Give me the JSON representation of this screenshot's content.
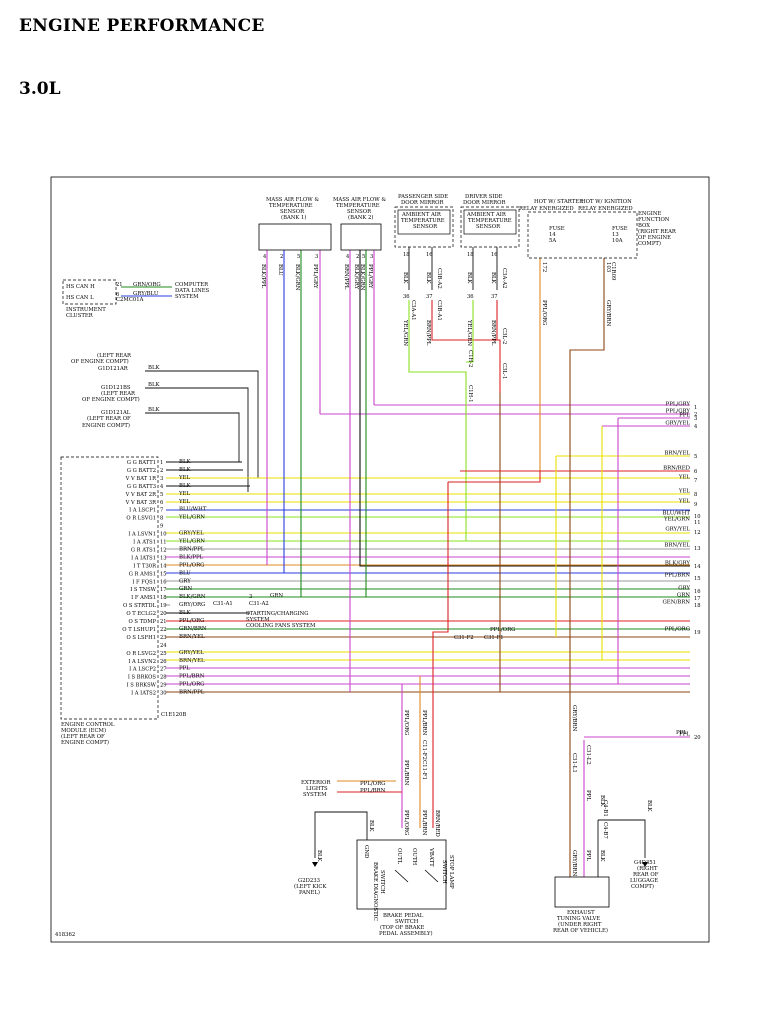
{
  "header": {
    "title": "ENGINE PERFORMANCE",
    "subtitle": "3.0L"
  },
  "figure_id": "418362",
  "colors": {
    "blu": "#2a3de0",
    "grn": "#1c8a1c",
    "red": "#dd2222",
    "ylw": "#e8e000",
    "ppl": "#cc44cc",
    "lgrn": "#88e020",
    "org": "#e08a20",
    "brn": "#8b4513",
    "gry": "#9a9a9a",
    "blk": "#111111"
  },
  "components": {
    "maf1": [
      "MASS AIR FLOW &",
      "TEMPERATURE",
      "SENSOR",
      "(BANK 1)"
    ],
    "maf2": [
      "MASS AIR FLOW &",
      "TEMPERATURE",
      "SENSOR",
      "(BANK 2)"
    ],
    "pass_mirror": [
      "PASSENGER SIDE",
      "DOOR MIRROR"
    ],
    "drv_mirror": [
      "DRIVER SIDE",
      "DOOR MIRROR"
    ],
    "amb_sensor": [
      "AMBIENT AIR",
      "TEMPERATURE",
      "SENSOR"
    ],
    "hot_start": "HOT W/ STARTER",
    "hot_start2": "RELAY ENERGIZED",
    "hot_ign": "HOT W/ IGNITION",
    "hot_ign2": "RELAY ENERGIZED",
    "efb": [
      "ENGINE",
      "FUNCTION",
      "BOX",
      "(RIGHT REAR",
      "OF ENGINE",
      "COMPT)"
    ],
    "fuse14": [
      "FUSE",
      "14",
      "5A"
    ],
    "fuse13": [
      "FUSE",
      "13",
      "10A"
    ],
    "cluster": [
      "INSTRUMENT",
      "CLUSTER"
    ],
    "hs_can_h": "HS CAN H",
    "hs_can_l": "HS CAN L",
    "cdl": [
      "COMPUTER",
      "DATA LINES",
      "SYSTEM"
    ],
    "g1d121ar": [
      "(LEFT REAR",
      "OF ENGINE COMPT)",
      "G1D121AR"
    ],
    "g1d121bs": [
      "G1D121BS",
      "(LEFT REAR",
      "OF ENGINE COMPT)"
    ],
    "g1d121al": [
      "G1D121AL",
      "(LEFT REAR OF",
      "ENGINE COMPT)"
    ],
    "ecm": [
      "ENGINE CONTROL",
      "MODULE (ECM)",
      "(LEFT REAR OF",
      "ENGINE COMPT)"
    ],
    "starting": [
      "STARTING/CHARGING",
      "SYSTEM"
    ],
    "cooling": "COOLING FANS SYSTEM",
    "ext_lights": [
      "EXTERIOR",
      "LIGHTS",
      "SYSTEM"
    ],
    "g2d233": [
      "G2D233",
      "(LEFT KICK",
      "PANEL)"
    ],
    "g4d351": [
      "G4D351",
      "(RIGHT",
      "REAR OF",
      "LUGGAGE",
      "COMPT)"
    ],
    "bps": [
      "BRAKE PEDAL",
      "SWITCH",
      "(TOP OF BRAKE",
      "PEDAL ASSEMBLY)"
    ],
    "brake_diag": [
      "BRAKE DIAGNOSTIC",
      "SWITCH"
    ],
    "stop_lamp": [
      "STOP LAMP",
      "SWITCH"
    ],
    "etv": [
      "EXHAUST",
      "TUNING VALVE",
      "(UNDER RIGHT",
      "REAR OF VEHICLE)"
    ]
  },
  "ecm_pins": [
    {
      "n": "1",
      "name": "G G BATT1",
      "wire": "BLK"
    },
    {
      "n": "2",
      "name": "G G BATT2",
      "wire": "BLK"
    },
    {
      "n": "3",
      "name": "V V BAT 1R",
      "wire": "YEL"
    },
    {
      "n": "4",
      "name": "G G BATT3",
      "wire": "BLK"
    },
    {
      "n": "5",
      "name": "V V BAT 2R",
      "wire": "YEL"
    },
    {
      "n": "6",
      "name": "V V BAT 3R",
      "wire": "YEL"
    },
    {
      "n": "7",
      "name": "I A LSCP1",
      "wire": "BLU/WHT"
    },
    {
      "n": "8",
      "name": "O R LSVG1",
      "wire": "YEL/GRN"
    },
    {
      "n": "9",
      "name": "",
      "wire": ""
    },
    {
      "n": "10",
      "name": "I A LSVN1",
      "wire": "GRY/YEL"
    },
    {
      "n": "11",
      "name": "I A ATS1",
      "wire": "YEL/GRN"
    },
    {
      "n": "12",
      "name": "G R ATS1",
      "wire": "BRN/PPL"
    },
    {
      "n": "13",
      "name": "I A IATS1",
      "wire": "BLK/PPL"
    },
    {
      "n": "14",
      "name": "I T T30R",
      "wire": "PPL/ORG"
    },
    {
      "n": "15",
      "name": "G R AMS1",
      "wire": "BLU"
    },
    {
      "n": "16",
      "name": "I F FQS1",
      "wire": "GRY"
    },
    {
      "n": "17",
      "name": "I S TNSW",
      "wire": "GRN"
    },
    {
      "n": "18",
      "name": "I F AMS1",
      "wire": "BLK/GRN"
    },
    {
      "n": "19",
      "name": "O S STRTDL",
      "wire": "GRY/ORG"
    },
    {
      "n": "20",
      "name": "O T ECLG2",
      "wire": "BLK"
    },
    {
      "n": "21",
      "name": "O S TDMP",
      "wire": "PPL/ORG"
    },
    {
      "n": "22",
      "name": "O T LSHUP1",
      "wire": "GRN/BRN"
    },
    {
      "n": "23",
      "name": "O S LSFH1",
      "wire": "BRN/YEL"
    },
    {
      "n": "24",
      "name": "",
      "wire": ""
    },
    {
      "n": "25",
      "name": "O R LSVG2",
      "wire": "GRY/YEL"
    },
    {
      "n": "26",
      "name": "I A LSVN2",
      "wire": "BRN/YEL"
    },
    {
      "n": "27",
      "name": "I A LSCP2",
      "wire": "PPL"
    },
    {
      "n": "28",
      "name": "I S BRKOS",
      "wire": "PPL/BRN"
    },
    {
      "n": "29",
      "name": "I S BRKSW",
      "wire": "PPL/ORG"
    },
    {
      "n": "30",
      "name": "I A IATS2",
      "wire": "BRN/PPL"
    }
  ],
  "ecm_connector": "C1E120B",
  "right_wires": [
    {
      "n": "1",
      "wire": "PPL/GRY"
    },
    {
      "n": "2",
      "wire": "PPL/GRY"
    },
    {
      "n": "3",
      "wire": "PPL"
    },
    {
      "n": "4",
      "wire": "GRY/YEL"
    },
    {
      "n": "5",
      "wire": "BRN/YEL"
    },
    {
      "n": "6",
      "wire": "BRN/RED"
    },
    {
      "n": "7",
      "wire": "YEL"
    },
    {
      "n": "8",
      "wire": "YEL"
    },
    {
      "n": "9",
      "wire": "YEL"
    },
    {
      "n": "10",
      "wire": "BLU/WHT"
    },
    {
      "n": "11",
      "wire": "YEL/GRN"
    },
    {
      "n": "12",
      "wire": "GRY/YEL"
    },
    {
      "n": "13",
      "wire": "BRN/YEL"
    },
    {
      "n": "14",
      "wire": "BLK/GRY"
    },
    {
      "n": "15",
      "wire": "PPL/BRN"
    },
    {
      "n": "16",
      "wire": "GRY"
    },
    {
      "n": "17",
      "wire": "GRN"
    },
    {
      "n": "18",
      "wire": "GEN/BRN"
    },
    {
      "n": "19",
      "wire": "PPL/ORG"
    },
    {
      "n": "20",
      "wire": "PPL"
    }
  ],
  "top_wires": {
    "maf1": [
      {
        "pin": "4",
        "wire": "BLK/PPL"
      },
      {
        "pin": "2",
        "wire": "BLU"
      },
      {
        "pin": "5",
        "wire": "BLK/GRN"
      },
      {
        "pin": "3",
        "wire": "PPL/GRY"
      }
    ],
    "maf2": [
      {
        "pin": "4",
        "wire": "BRN/PPL"
      },
      {
        "pin": "2",
        "wire": "BLK/GRY"
      },
      {
        "pin": "5",
        "wire": "BLK/GRN"
      },
      {
        "pin": "3",
        "wire": "PPL/GRY"
      }
    ],
    "pass": [
      {
        "pin": "18",
        "wire": "BLK"
      },
      {
        "pin": "16",
        "wire": "BLK"
      }
    ],
    "pass_lower": [
      {
        "pin": "36",
        "wire": "YEL/GRN"
      },
      {
        "pin": "37",
        "wire": "BRN/PPL"
      }
    ],
    "drv": [
      {
        "pin": "18",
        "wire": "BLK"
      },
      {
        "pin": "16",
        "wire": "BLK"
      }
    ],
    "drv_lower": [
      {
        "pin": "36",
        "wire": "YEL/GRN"
      },
      {
        "pin": "37",
        "wire": "BRN/PPL"
      }
    ],
    "fuse_lower": [
      {
        "pin": "172",
        "wire": "PPL/ORG"
      },
      {
        "pin": "103",
        "wire": "GRY/BRN"
      }
    ]
  },
  "connectors": {
    "c3a_a1": "C3A-A1",
    "c3b_a1": "C3B-A1",
    "c3b_a2": "C3B-A2",
    "c3a_a2": "C3A-A2",
    "c1h2": "C1H-2",
    "c1h1": "C1H-1",
    "c3l2": "C3L-2",
    "c3l1": "C3L-1",
    "c1r08": "C1R08",
    "c1r09": "C1R09",
    "c31_a1": "C31-A1",
    "c31_a2": "C31-A2",
    "c31_f2": "C31-F2",
    "c31_f1": "C31-F1",
    "c11_f1": "C11-F1",
    "c11_f2": "C11-F2",
    "c31_l1": "C31-L1",
    "c31_l2": "C31-L2",
    "c4_b1": "C4-B1",
    "c4_b7": "C4-B7",
    "c2mc01a": "C2MC01A"
  },
  "labels": {
    "grn_org": "GRN/ORG",
    "gry_blu": "GRY/BLU",
    "pin21": "21",
    "pin6": "6",
    "blk": "BLK",
    "grn": "GRN",
    "ppl_org": "PPL/ORG",
    "ppl_brn": "PPL/BRN",
    "gry_brn": "GRY/BRN",
    "ppl": "PPL",
    "brn_red": "BRN/RED",
    "gnd": "GND",
    "outl": "OUTL",
    "outh": "OUTH",
    "vbatt": "VBATT"
  }
}
